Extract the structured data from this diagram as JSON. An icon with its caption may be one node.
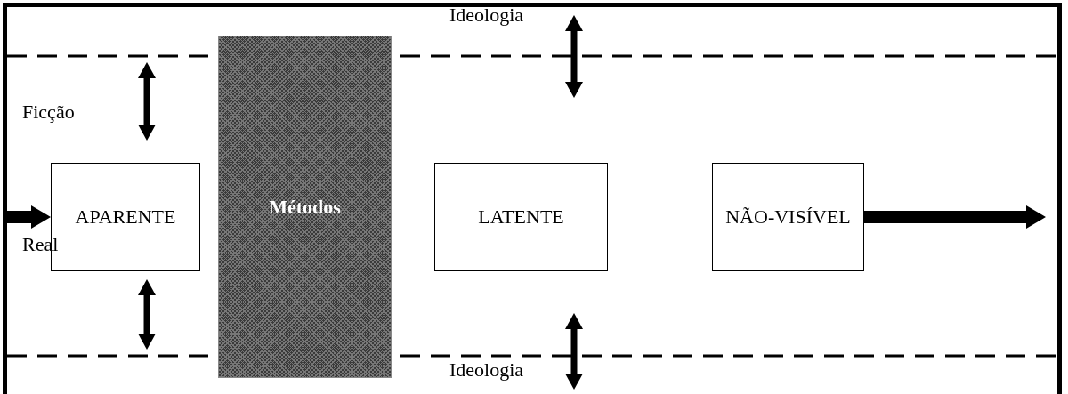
{
  "diagram": {
    "nodes": [
      {
        "text": [
          "APARENTE"
        ]
      },
      {
        "text": [
          "Métodos"
        ]
      },
      {
        "text": [
          "LATENTE"
        ]
      },
      {
        "text": [
          "NÃO-VISÍVEL"
        ]
      }
    ],
    "edges": [
      {
        "from": null,
        "to": 0,
        "arrow": "to"
      },
      {
        "from": 3,
        "to": null,
        "arrow": "to"
      }
    ],
    "labels": [
      "Ideologia",
      "Ficção",
      "Real",
      "Ideologia"
    ]
  }
}
